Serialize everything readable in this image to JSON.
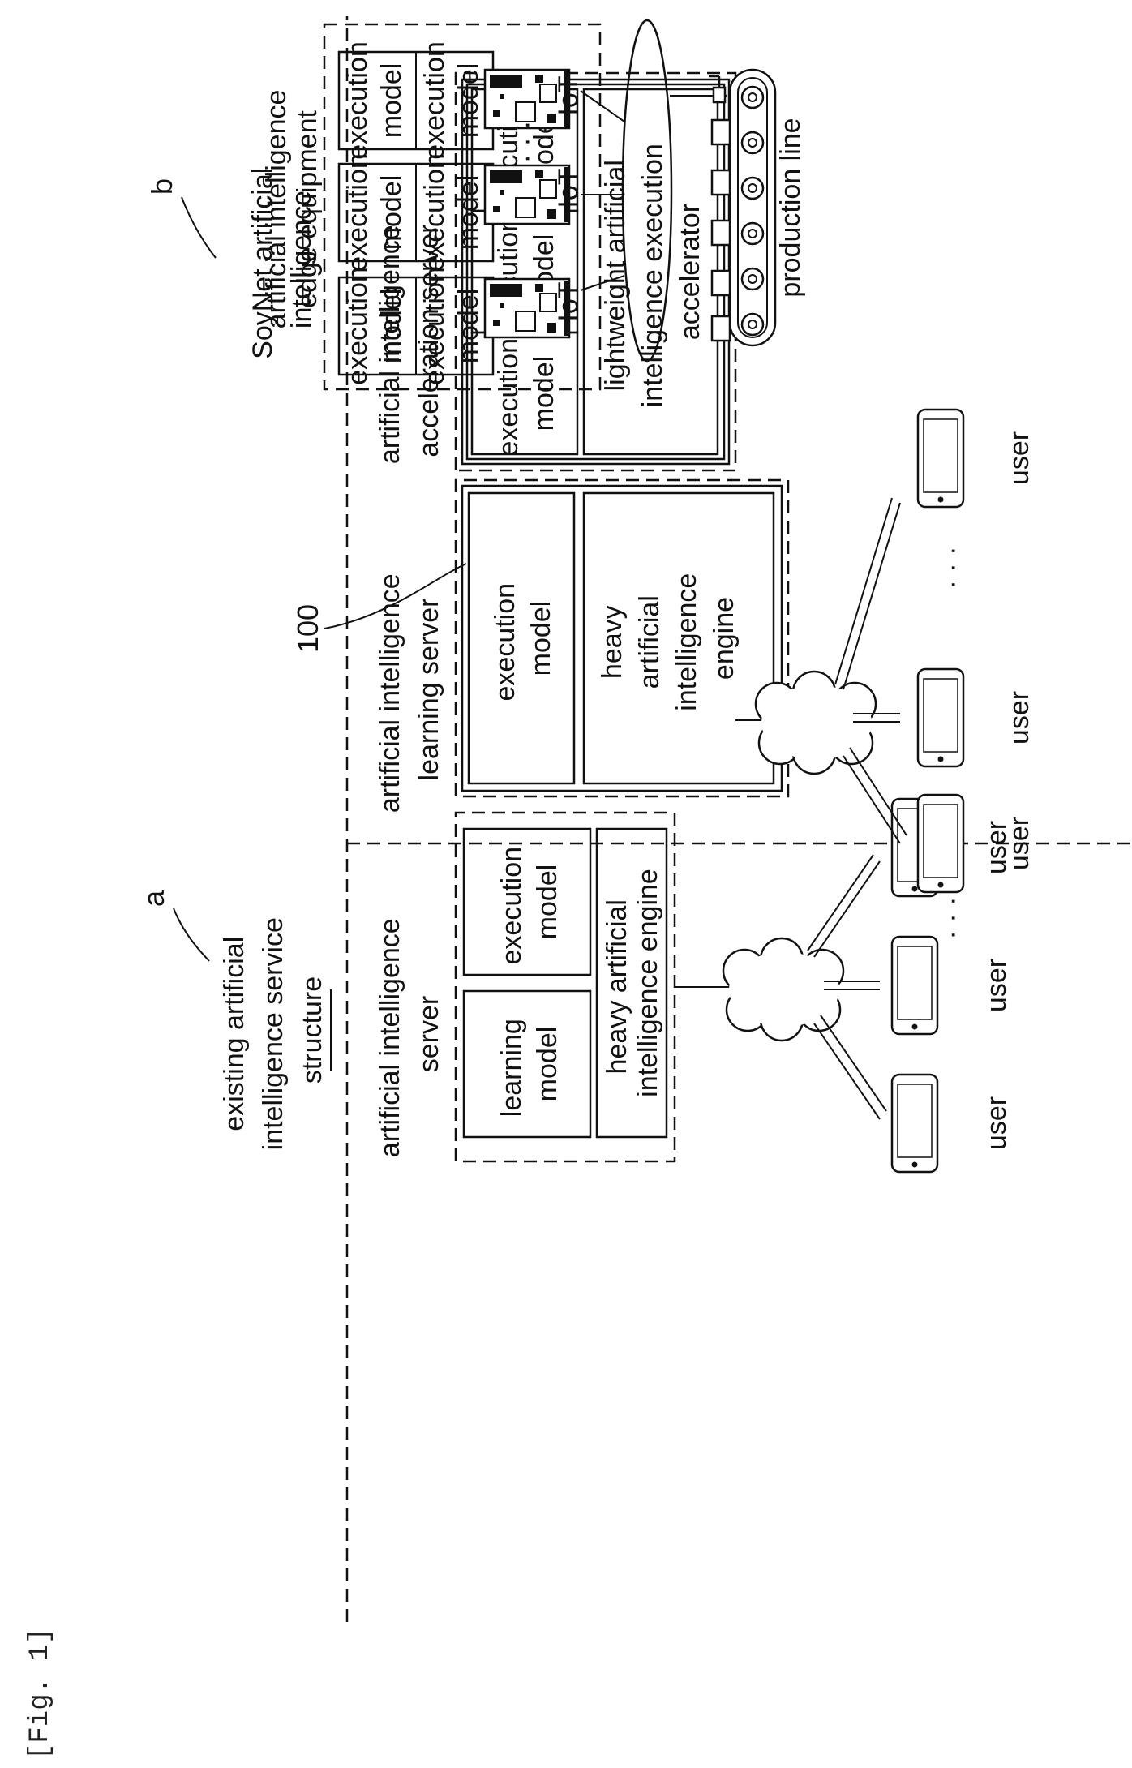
{
  "figure_label": "[Fig. 1]",
  "section_a": {
    "marker": "a",
    "title_lines": [
      "existing artificial",
      "intelligence service",
      "structure"
    ],
    "server": {
      "label_lines": [
        "artificial intelligence",
        "server"
      ],
      "learning_model": [
        "learning",
        "model"
      ],
      "execution_model": [
        "execution",
        "model"
      ],
      "engine": [
        "heavy artificial",
        "intelligence engine"
      ]
    },
    "users": [
      "user",
      "user",
      "user"
    ],
    "ellipsis": "· · ·"
  },
  "section_b": {
    "marker": "b",
    "title_lines": [
      "SoyNet artificial",
      "intelligence"
    ],
    "learning_server": {
      "label_lines": [
        "artificial intelligence",
        "learning server"
      ],
      "execution_model": [
        "execution",
        "model"
      ],
      "engine": [
        "heavy",
        "artificial",
        "intelligence",
        "engine"
      ]
    },
    "acceleration_server": {
      "ref_number": "100",
      "label_lines": [
        "artificial intelligence",
        "acceleration server"
      ],
      "models": [
        [
          "execution",
          "model"
        ],
        [
          "execution",
          "model"
        ],
        [
          "execution",
          "model"
        ]
      ],
      "accelerator": [
        "lightweight artificial",
        "intelligence execution",
        "accelerator"
      ]
    },
    "users": [
      "user",
      "user",
      "user"
    ],
    "ellipsis": "· · ·",
    "edge": {
      "label_lines": [
        "artificial intelligence",
        "edge equipment"
      ],
      "model_text": [
        "execution",
        "model"
      ],
      "iot_labels": [
        "IoT",
        "IoT",
        "IoT"
      ],
      "iot_ellipsis": "· · ·",
      "production_line": "production line"
    }
  }
}
